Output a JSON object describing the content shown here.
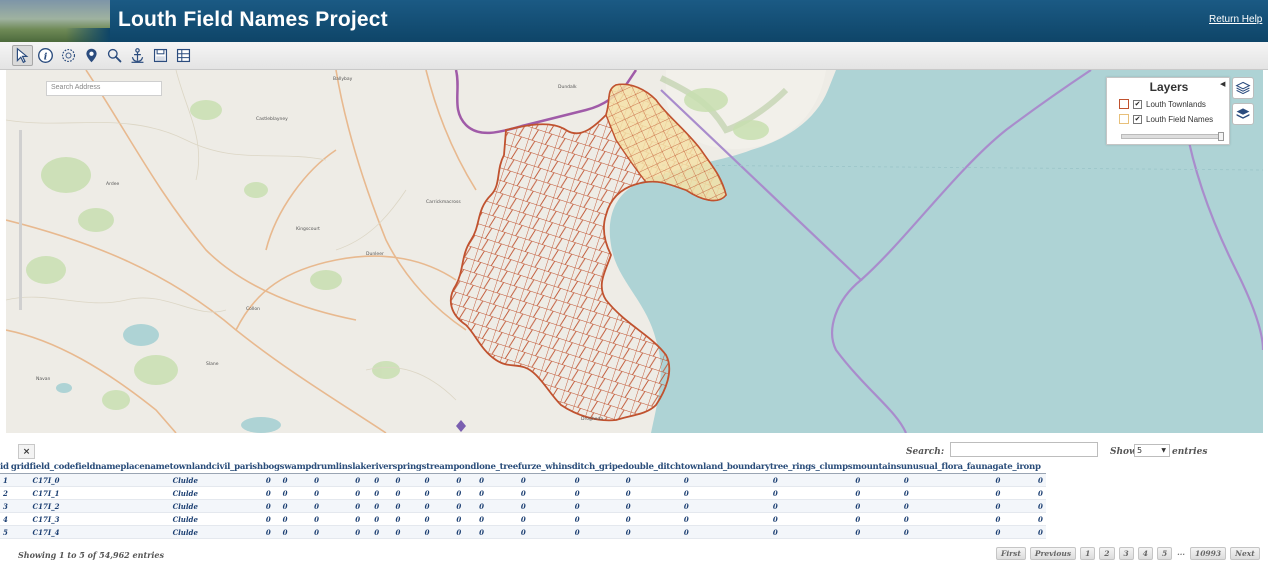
{
  "header": {
    "title": "Louth Field Names Project",
    "link": "Return Help"
  },
  "toolbar": {
    "tools": [
      {
        "icon": "select-arrow-icon",
        "active": true
      },
      {
        "icon": "info-icon",
        "active": false
      },
      {
        "icon": "lasso-select-icon",
        "active": false
      },
      {
        "icon": "map-pin-icon",
        "active": false
      },
      {
        "icon": "zoom-search-icon",
        "active": false
      },
      {
        "icon": "anchor-icon",
        "active": false
      },
      {
        "icon": "save-icon",
        "active": false
      },
      {
        "icon": "table-icon",
        "active": false
      }
    ]
  },
  "map": {
    "search_placeholder": "Search Address",
    "place_labels": [
      "Ballybay",
      "Castleblayney",
      "Dundalk",
      "Carrickmacross",
      "Kingscourt",
      "Drogheda",
      "Dunleer",
      "Ardee",
      "Collon",
      "Slane",
      "Navan"
    ],
    "layers": {
      "title": "Layers",
      "items": [
        {
          "label": "Louth Townlands",
          "checked": true,
          "color": "#c0522f"
        },
        {
          "label": "Louth Field Names",
          "checked": true,
          "color": "#e8c07a"
        }
      ]
    }
  },
  "table": {
    "close_label": "×",
    "search_label": "Search:",
    "show_label": "Show",
    "show_value": "5",
    "entries_label": "entries",
    "columns": [
      "id",
      "grid",
      "field_code",
      "fieldname",
      "placename",
      "townland",
      "civil_parish",
      "bog",
      "swamp",
      "drumlins",
      "lake",
      "river",
      "spring",
      "stream",
      "pond",
      "lone_tree",
      "furze_whins",
      "ditch_gripe",
      "double_ditch",
      "townland_boundary",
      "tree_rings_clumps",
      "mountains",
      "unusual_flora_fauna",
      "gate_iron",
      "p"
    ],
    "rows": [
      [
        "1",
        "",
        "C17I_0",
        "",
        "",
        "Clulde",
        "",
        "0",
        "0",
        "0",
        "0",
        "0",
        "0",
        "0",
        "0",
        "0",
        "0",
        "0",
        "0",
        "0",
        "0",
        "0",
        "0",
        "0",
        "0"
      ],
      [
        "2",
        "",
        "C17I_1",
        "",
        "",
        "Clulde",
        "",
        "0",
        "0",
        "0",
        "0",
        "0",
        "0",
        "0",
        "0",
        "0",
        "0",
        "0",
        "0",
        "0",
        "0",
        "0",
        "0",
        "0",
        "0"
      ],
      [
        "3",
        "",
        "C17I_2",
        "",
        "",
        "Clulde",
        "",
        "0",
        "0",
        "0",
        "0",
        "0",
        "0",
        "0",
        "0",
        "0",
        "0",
        "0",
        "0",
        "0",
        "0",
        "0",
        "0",
        "0",
        "0"
      ],
      [
        "4",
        "",
        "C17I_3",
        "",
        "",
        "Clulde",
        "",
        "0",
        "0",
        "0",
        "0",
        "0",
        "0",
        "0",
        "0",
        "0",
        "0",
        "0",
        "0",
        "0",
        "0",
        "0",
        "0",
        "0",
        "0"
      ],
      [
        "5",
        "",
        "C17I_4",
        "",
        "",
        "Clulde",
        "",
        "0",
        "0",
        "0",
        "0",
        "0",
        "0",
        "0",
        "0",
        "0",
        "0",
        "0",
        "0",
        "0",
        "0",
        "0",
        "0",
        "0",
        "0"
      ]
    ],
    "info": "Showing 1 to 5 of 54,962 entries",
    "pager": [
      "First",
      "Previous",
      "1",
      "2",
      "3",
      "4",
      "5",
      "...",
      "10993",
      "Next"
    ]
  },
  "colors": {
    "header": "#0e4568",
    "sea": "#aed3d5",
    "land": "#eeece6",
    "townland_outline": "#c0522f",
    "county_border": "#a05ba8"
  }
}
